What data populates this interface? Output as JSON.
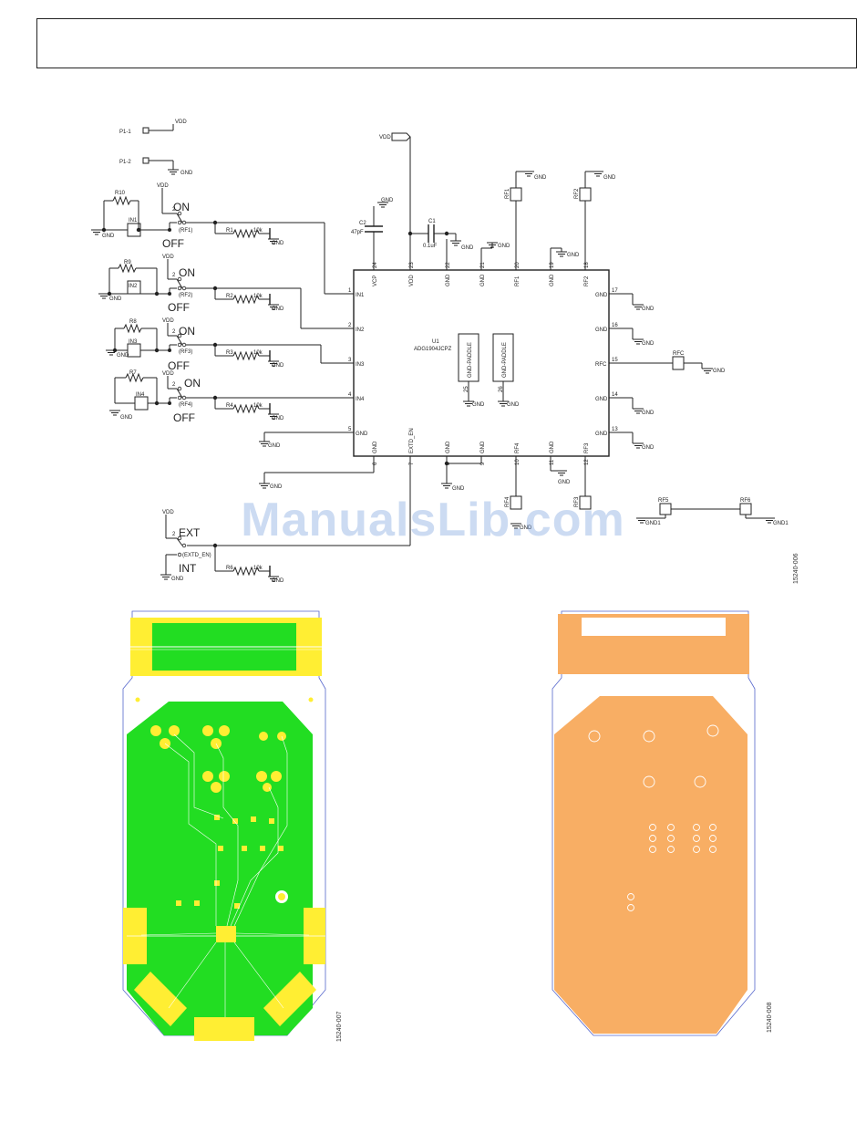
{
  "figure_ids": {
    "schematic": "15240-006",
    "top_layer": "15240-007",
    "bottom_layer": "15240-008"
  },
  "watermark": "ManualsLib.com",
  "colors": {
    "line": "#222222",
    "pcb_green": "#22dd22",
    "pcb_yellow": "#ffee33",
    "pcb_orange": "#f8ae64",
    "board_outline": "#5566cc"
  },
  "schematic": {
    "header": {
      "p1_1": "P1-1",
      "p1_2": "P1-2",
      "vdd": "VDD",
      "gnd": "GND"
    },
    "chip": {
      "ref": "U1",
      "part": "ADG1904JCPZ",
      "paddle_a": "GND-PADDLE",
      "paddle_b": "GND-PADDLE",
      "paddle_a_pin": "25",
      "paddle_b_pin": "26",
      "top_pins": [
        {
          "num": "24",
          "name": "VCP"
        },
        {
          "num": "23",
          "name": "VDD"
        },
        {
          "num": "22",
          "name": "GND"
        },
        {
          "num": "21",
          "name": "GND"
        },
        {
          "num": "20",
          "name": "RF1"
        },
        {
          "num": "19",
          "name": "GND"
        },
        {
          "num": "18",
          "name": "RF2"
        }
      ],
      "left_pins": [
        {
          "num": "1",
          "name": "IN1"
        },
        {
          "num": "2",
          "name": "IN2"
        },
        {
          "num": "3",
          "name": "IN3"
        },
        {
          "num": "4",
          "name": "IN4"
        },
        {
          "num": "5",
          "name": "GND"
        }
      ],
      "right_pins": [
        {
          "num": "17",
          "name": "GND"
        },
        {
          "num": "16",
          "name": "GND"
        },
        {
          "num": "15",
          "name": "RFC"
        },
        {
          "num": "14",
          "name": "GND"
        },
        {
          "num": "13",
          "name": "GND"
        }
      ],
      "bottom_pins": [
        {
          "num": "6",
          "name": "GND"
        },
        {
          "num": "7",
          "name": "EXTD_EN"
        },
        {
          "num": "8",
          "name": "GND"
        },
        {
          "num": "9",
          "name": "GND"
        },
        {
          "num": "10",
          "name": "RF4"
        },
        {
          "num": "11",
          "name": "GND"
        },
        {
          "num": "12",
          "name": "RF3"
        }
      ]
    },
    "caps": {
      "c1": "C1",
      "c1_val": "0.1uF",
      "c2": "C2",
      "c2_val": "47pF",
      "vdd": "VDD"
    },
    "channels": [
      {
        "input": "IN1",
        "rpull": "R10",
        "rser": "R1",
        "rval": "10k",
        "on": "ON",
        "off": "OFF",
        "net": "(RF1)",
        "vdd": "VDD"
      },
      {
        "input": "IN2",
        "rpull": "R9",
        "rser": "R2",
        "rval": "10k",
        "on": "ON",
        "off": "OFF",
        "net": "(RF2)",
        "vdd": "VDD"
      },
      {
        "input": "IN3",
        "rpull": "R8",
        "rser": "R3",
        "rval": "10k",
        "on": "ON",
        "off": "OFF",
        "net": "(RF3)",
        "vdd": "VDD"
      },
      {
        "input": "IN4",
        "rpull": "R7",
        "rser": "R4",
        "rval": "10k",
        "on": "ON",
        "off": "OFF",
        "net": "(RF4)",
        "vdd": "VDD"
      }
    ],
    "ext": {
      "vdd": "VDD",
      "ext": "EXT",
      "int": "INT",
      "net": "(EXTD_EN)",
      "rser": "R6",
      "rval": "10k"
    },
    "connectors": {
      "rf1": "RF1",
      "rf2": "RF2",
      "rf3": "RF3",
      "rf4": "RF4",
      "rfc": "RFC",
      "rf5": "RF5",
      "rf6": "RF6",
      "gnd": "GND",
      "gnd1": "GND1"
    },
    "switch_pin_label": "2"
  }
}
